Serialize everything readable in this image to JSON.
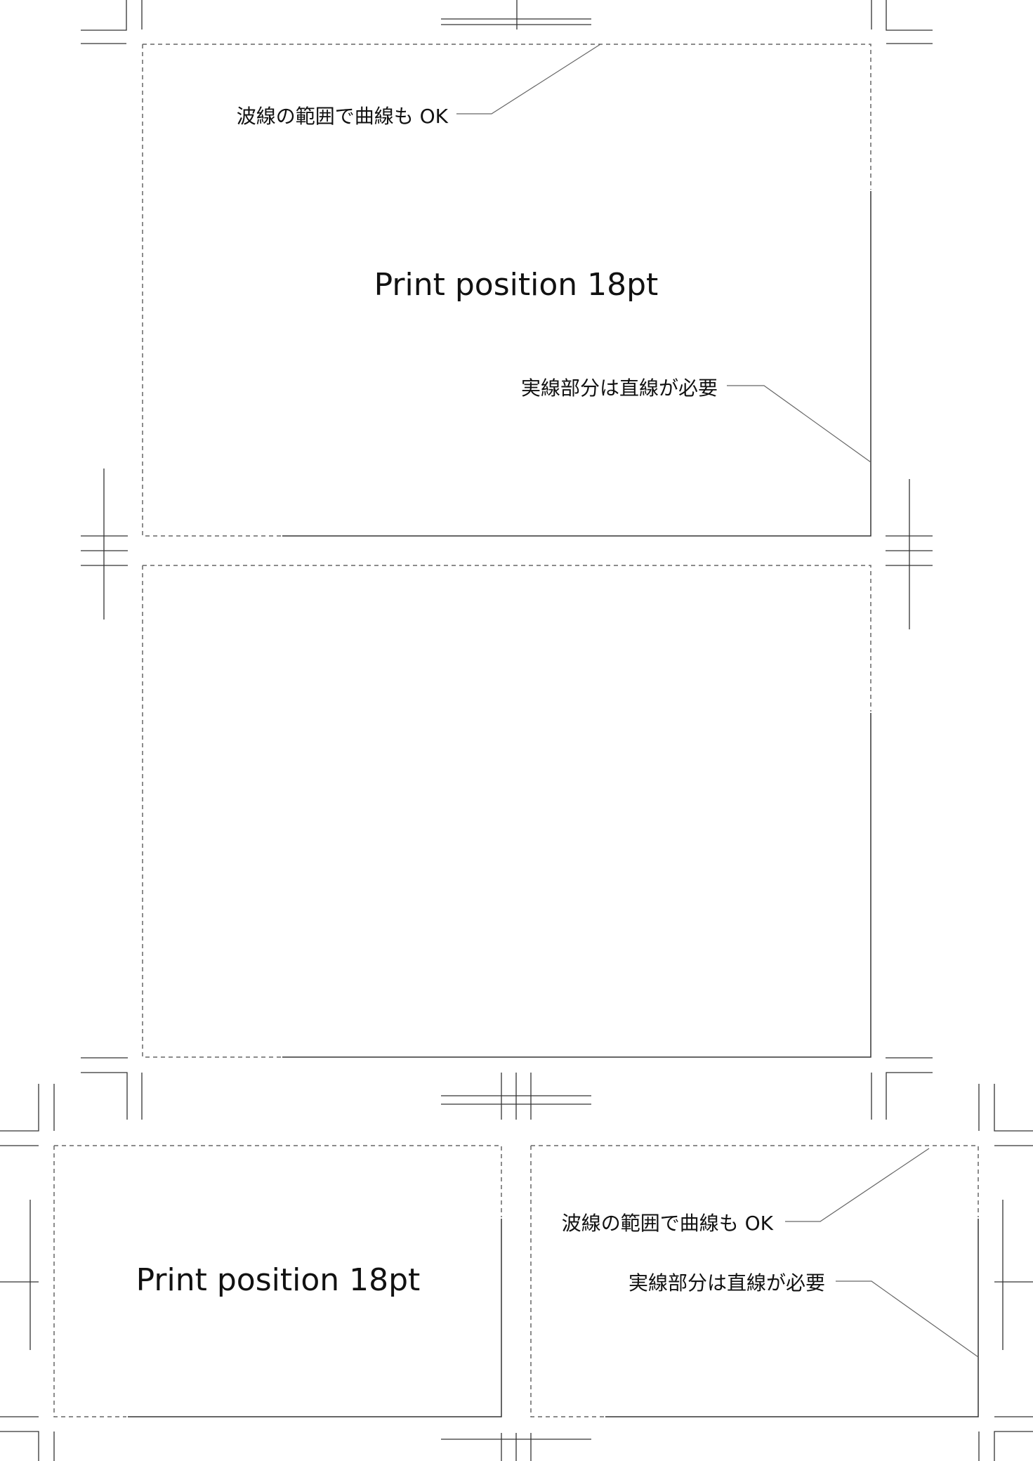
{
  "labels": {
    "print_position": "Print position 18pt",
    "wavy_ok": "波線の範囲で曲線も OK",
    "solid_required": "実線部分は直線が必要"
  },
  "colors": {
    "line": "#333333",
    "leader": "#666666",
    "dashed": "#666666",
    "text": "#111111"
  }
}
